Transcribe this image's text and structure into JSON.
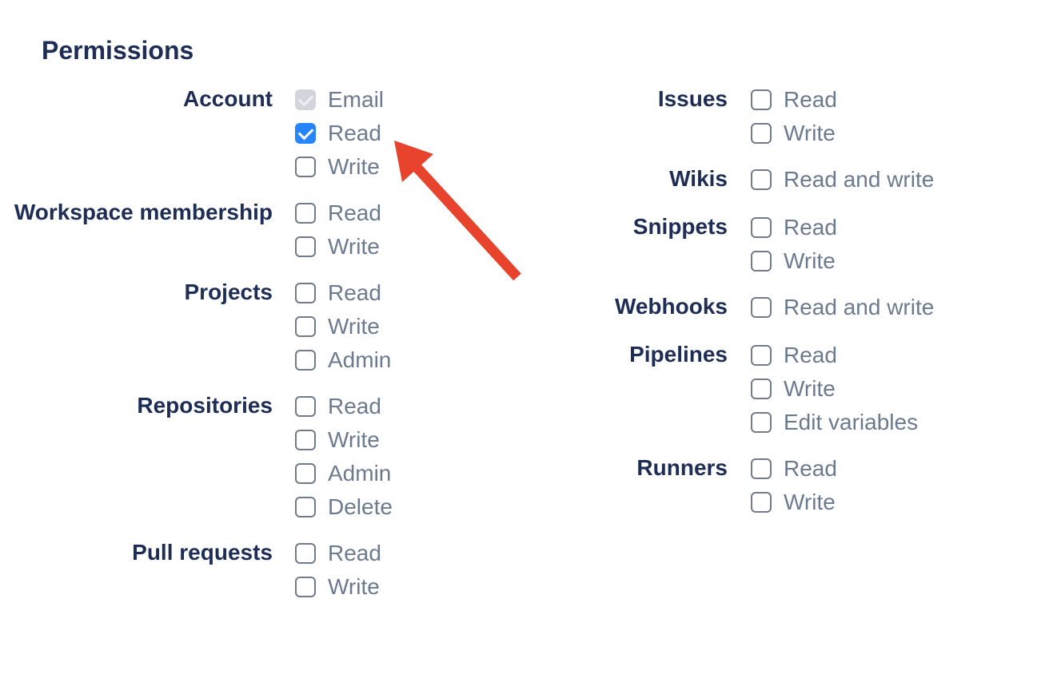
{
  "section": {
    "title": "Permissions"
  },
  "colors": {
    "heading": "#1D2D55",
    "group_label": "#1D2D55",
    "option_label": "#6C7A8F",
    "checkbox_border": "#717B8C",
    "checkbox_checked_bg": "#2684FF",
    "checkbox_check": "#FFFFFF",
    "checkbox_disabled_bg": "#D2D6DC",
    "checkbox_disabled_check": "#EDEFF2",
    "arrow": "#E8432D"
  },
  "permissions": {
    "columns": [
      {
        "groups": [
          {
            "label": "Account",
            "options": [
              {
                "label": "Email",
                "state": "disabled-checked"
              },
              {
                "label": "Read",
                "state": "checked"
              },
              {
                "label": "Write",
                "state": "unchecked"
              }
            ]
          },
          {
            "label": "Workspace membership",
            "options": [
              {
                "label": "Read",
                "state": "unchecked"
              },
              {
                "label": "Write",
                "state": "unchecked"
              }
            ]
          },
          {
            "label": "Projects",
            "options": [
              {
                "label": "Read",
                "state": "unchecked"
              },
              {
                "label": "Write",
                "state": "unchecked"
              },
              {
                "label": "Admin",
                "state": "unchecked"
              }
            ]
          },
          {
            "label": "Repositories",
            "options": [
              {
                "label": "Read",
                "state": "unchecked"
              },
              {
                "label": "Write",
                "state": "unchecked"
              },
              {
                "label": "Admin",
                "state": "unchecked"
              },
              {
                "label": "Delete",
                "state": "unchecked"
              }
            ]
          },
          {
            "label": "Pull requests",
            "options": [
              {
                "label": "Read",
                "state": "unchecked"
              },
              {
                "label": "Write",
                "state": "unchecked"
              }
            ]
          }
        ]
      },
      {
        "groups": [
          {
            "label": "Issues",
            "options": [
              {
                "label": "Read",
                "state": "unchecked"
              },
              {
                "label": "Write",
                "state": "unchecked"
              }
            ]
          },
          {
            "label": "Wikis",
            "options": [
              {
                "label": "Read and write",
                "state": "unchecked"
              }
            ]
          },
          {
            "label": "Snippets",
            "options": [
              {
                "label": "Read",
                "state": "unchecked"
              },
              {
                "label": "Write",
                "state": "unchecked"
              }
            ]
          },
          {
            "label": "Webhooks",
            "options": [
              {
                "label": "Read and write",
                "state": "unchecked"
              }
            ]
          },
          {
            "label": "Pipelines",
            "options": [
              {
                "label": "Read",
                "state": "unchecked"
              },
              {
                "label": "Write",
                "state": "unchecked"
              },
              {
                "label": "Edit variables",
                "state": "unchecked"
              }
            ]
          },
          {
            "label": "Runners",
            "options": [
              {
                "label": "Read",
                "state": "unchecked"
              },
              {
                "label": "Write",
                "state": "unchecked"
              }
            ]
          }
        ]
      }
    ]
  },
  "annotation": {
    "type": "arrow",
    "color": "#E8432D",
    "points_to": "Account Read checkbox"
  }
}
